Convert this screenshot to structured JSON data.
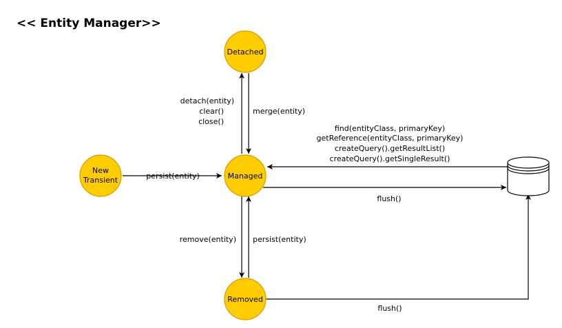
{
  "title": "<< Entity Manager>>",
  "colors": {
    "node_fill": "#FFCC00",
    "node_stroke": "#D79B00",
    "line": "#000000"
  },
  "nodes": {
    "detached": "Detached",
    "new_transient_line1": "New",
    "new_transient_line2": "Transient",
    "managed": "Managed",
    "removed": "Removed",
    "database": ""
  },
  "edges": {
    "detach_line1": "detach(entity)",
    "detach_line2": "clear()",
    "detach_line3": "close()",
    "merge": "merge(entity)",
    "persist_new": "persist(entity)",
    "find_line1": "find(entityClass, primaryKey)",
    "find_line2": "getReference(entityClass, primaryKey)",
    "find_line3": "createQuery().getResultList()",
    "find_line4": "createQuery().getSingleResult()",
    "flush_managed": "flush()",
    "remove": "remove(entity)",
    "persist_removed": "persist(entity)",
    "flush_removed": "flush()"
  },
  "icons": {
    "database": "database-cylinder-icon"
  }
}
